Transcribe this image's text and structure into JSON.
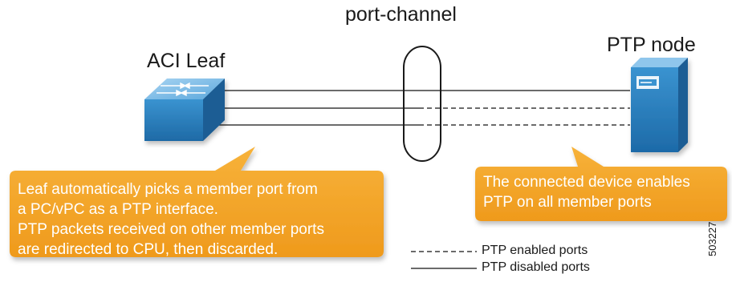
{
  "labels": {
    "leaf": "ACI Leaf",
    "port_channel": "port-channel",
    "ptp_node": "PTP node"
  },
  "callouts": {
    "left": [
      "Leaf automatically picks a member port from",
      "a PC/vPC as a PTP interface.",
      "PTP packets received on other member ports",
      "are redirected to CPU, then discarded."
    ],
    "right": [
      "The connected device enables",
      "PTP on all member ports"
    ]
  },
  "legend": {
    "dashed": "PTP enabled ports",
    "solid": "PTP disabled ports"
  },
  "doc_id": "503227",
  "colors": {
    "callout": "#f5a623",
    "device_blue": "#2f86c2",
    "line": "#333333"
  }
}
